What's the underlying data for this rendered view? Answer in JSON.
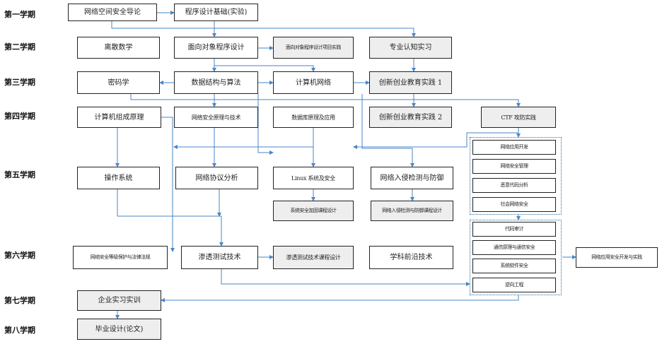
{
  "semesters": [
    "第一学期",
    "第二学期",
    "第三学期",
    "第四学期",
    "第五学期",
    "第六学期",
    "第七学期",
    "第八学期"
  ],
  "courses": {
    "intro": "网络空间安全导论",
    "prog": "程序设计基础(实验)",
    "discrete": "离散数学",
    "oop": "面向对象程序设计",
    "oop_proj": "面向对象程序设计项目实践",
    "major_intern": "专业认知实习",
    "crypto": "密码学",
    "dsa": "数据结构与算法",
    "network": "计算机网络",
    "innov1": "创新创业教育实践 1",
    "arch": "计算机组成原理",
    "netsec": "网络安全原理与技术",
    "db": "数据库原理及应用",
    "innov2": "创新创业教育实践 2",
    "ctf": "CTF 攻防实践",
    "webdev": "网络应用开发",
    "netmgmt": "网络安全管理",
    "malware": "恶意代码分析",
    "social": "社会网络安全",
    "os": "操作系统",
    "protocol": "网络协议分析",
    "linux": "Linux 系统及安全",
    "ids": "网络入侵检测与防御",
    "syshard_proj": "系统安全加固课程设计",
    "ids_proj": "网络入侵检测与防御课程设计",
    "audit": "代码审计",
    "commsec": "通信原理与通信安全",
    "swsec": "系统软件安全",
    "reverse": "逆向工程",
    "law": "网络安全等级保护与法律法规",
    "pentest": "渗透测试技术",
    "pentest_proj": "渗透测试技术课程设计",
    "frontier": "学科前沿技术",
    "webapp_proj": "网络应用安全开发与实践",
    "enterprise": "企业实习实训",
    "thesis": "毕业设计(论文)"
  },
  "colors": {
    "arrow": "#4a86c5",
    "border": "#222222",
    "fill": "#ffffff",
    "gray_fill": "#eeeeee",
    "dotted": "#2a6f9a"
  }
}
